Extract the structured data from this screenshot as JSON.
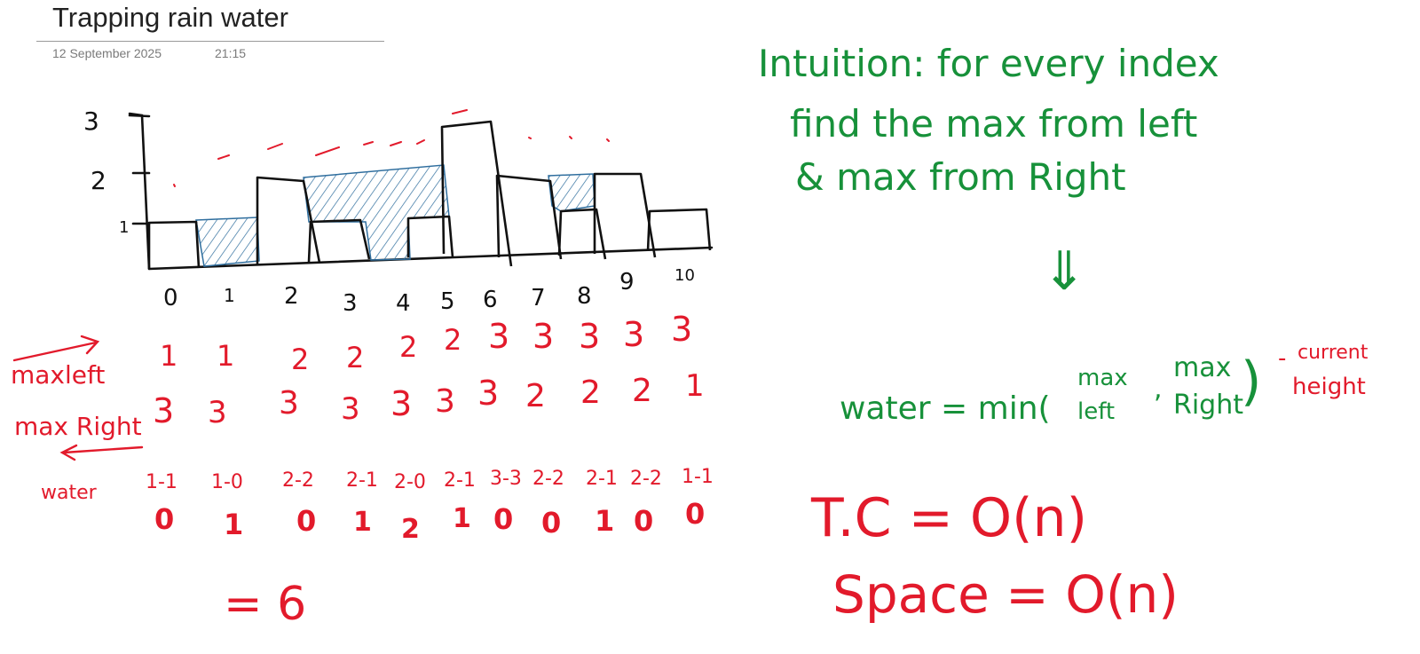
{
  "page": {
    "title": "Trapping rain water",
    "date": "12 September 2025",
    "time": "21:15"
  },
  "diagram": {
    "y_ticks": [
      "3",
      "2",
      "1"
    ],
    "x_labels": [
      "0",
      "1",
      "2",
      "3",
      "4",
      "5",
      "6",
      "7",
      "8",
      "9",
      "10"
    ],
    "heights": [
      1,
      0,
      2,
      1,
      0,
      1,
      3,
      2,
      1,
      2,
      1
    ],
    "water": [
      0,
      1,
      0,
      1,
      2,
      1,
      0,
      0,
      1,
      0,
      0
    ]
  },
  "table": {
    "max_left_label": "maxleft",
    "max_right_label": "max Right",
    "water_label": "water",
    "max_left": [
      "1",
      "1",
      "2",
      "2",
      "2",
      "2",
      "3",
      "3",
      "3",
      "3",
      "3"
    ],
    "max_right": [
      "3",
      "3",
      "3",
      "3",
      "3",
      "3",
      "3",
      "2",
      "2",
      "2",
      "1"
    ],
    "water_expr": [
      "1-1",
      "1-0",
      "2-2",
      "2-1",
      "2-0",
      "2-1",
      "3-3",
      "2-2",
      "2-1",
      "2-2",
      "1-1"
    ],
    "water_values": [
      "0",
      "1",
      "0",
      "1",
      "2",
      "1",
      "0",
      "0",
      "1",
      "0",
      "0"
    ],
    "total": "= 6"
  },
  "notes": {
    "intuition_line1": "Intuition: for every index",
    "intuition_line2": "find the max from left",
    "intuition_line3": "& max from Right",
    "arrow": "⇓",
    "formula_prefix": "water = min(",
    "formula_max_left_top": "max",
    "formula_max_left_bottom": "left",
    "formula_comma": ",",
    "formula_max_right_top": "max",
    "formula_max_right_bottom": "Right",
    "formula_close": ")",
    "formula_minus": "-",
    "formula_current_top": "current",
    "formula_current_bottom": "height",
    "tc": "T.C = O(n)",
    "space": "Space = O(n)"
  },
  "colors": {
    "ink": "#111111",
    "red": "#e21a2b",
    "green": "#17913a",
    "blue": "#2f6e9e"
  }
}
